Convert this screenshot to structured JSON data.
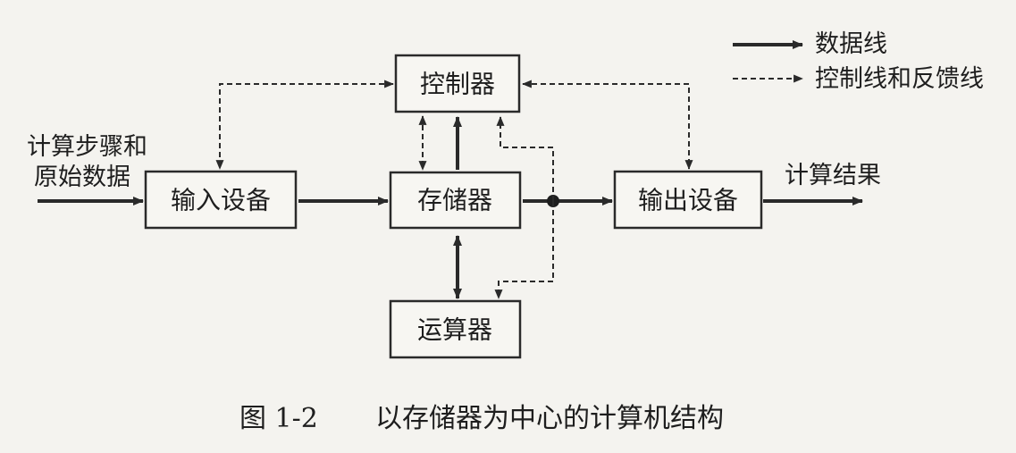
{
  "boxes": {
    "controller": "控制器",
    "input": "输入设备",
    "memory": "存储器",
    "output": "输出设备",
    "alu": "运算器"
  },
  "input_text": [
    "计算步骤和",
    "原始数据"
  ],
  "output_text": "计算结果",
  "legend": {
    "data_line": "数据线",
    "control_line": "控制线和反馈线"
  },
  "caption": {
    "number": "图 1-2",
    "title": "以存储器为中心的计算机结构"
  }
}
